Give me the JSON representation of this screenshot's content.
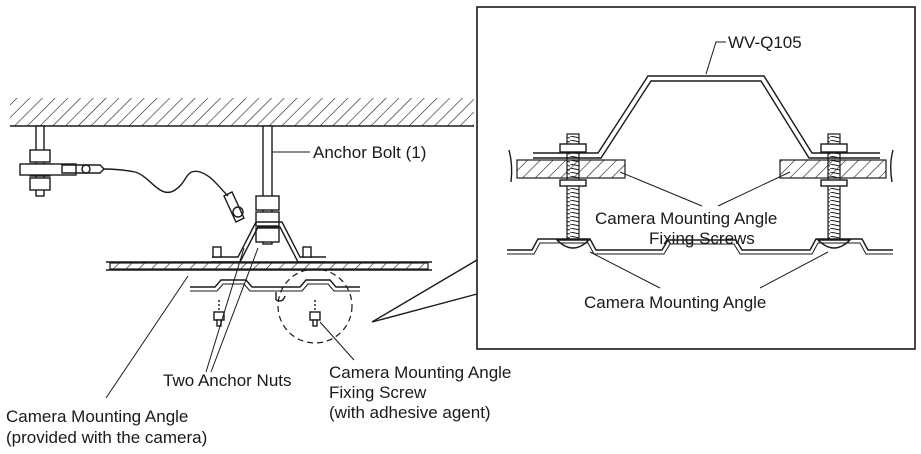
{
  "labels": {
    "anchor_bolt": "Anchor Bolt (1)",
    "two_anchor_nuts": "Two Anchor Nuts",
    "fixing_screw_line1": "Camera Mounting Angle",
    "fixing_screw_line2": "Fixing Screw",
    "fixing_screw_line3": "(with adhesive agent)",
    "mounting_angle_line1": "Camera Mounting Angle",
    "mounting_angle_line2": "(provided with the camera)",
    "detail_model": "WV-Q105",
    "detail_screws_line1": "Camera Mounting Angle",
    "detail_screws_line2": "Fixing Screws",
    "detail_angle": "Camera Mounting Angle"
  }
}
